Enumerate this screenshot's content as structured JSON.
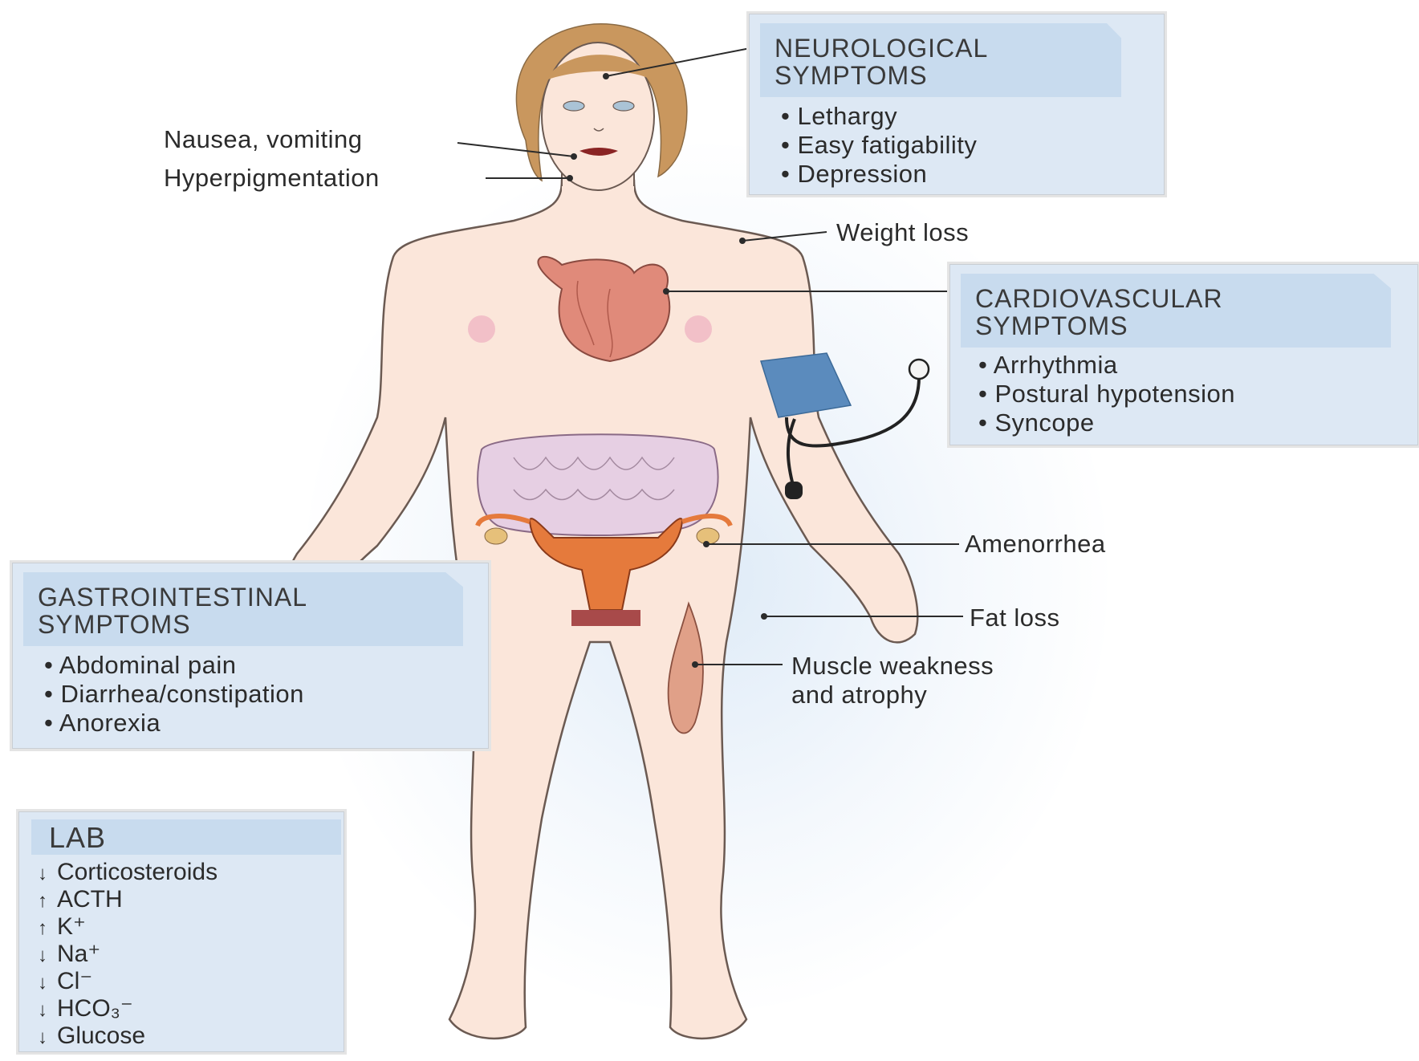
{
  "neurological": {
    "title_line1": "NEUROLOGICAL",
    "title_line2": "SYMPTOMS",
    "items": [
      "Lethargy",
      "Easy fatigability",
      "Depression"
    ]
  },
  "cardiovascular": {
    "title_line1": "CARDIOVASCULAR",
    "title_line2": "SYMPTOMS",
    "items": [
      "Arrhythmia",
      "Postural hypotension",
      "Syncope"
    ]
  },
  "gastrointestinal": {
    "title_line1": "GASTROINTESTINAL",
    "title_line2": "SYMPTOMS",
    "items": [
      "Abdominal pain",
      "Diarrhea/constipation",
      "Anorexia"
    ]
  },
  "lab": {
    "title": "LAB",
    "items": [
      {
        "arrow": "↓",
        "label": "Corticosteroids"
      },
      {
        "arrow": "↑",
        "label": "ACTH"
      },
      {
        "arrow": "↑",
        "label": "K⁺"
      },
      {
        "arrow": "↓",
        "label": "Na⁺"
      },
      {
        "arrow": "↓",
        "label": "Cl⁻"
      },
      {
        "arrow": "↓",
        "label": "HCO₃⁻"
      },
      {
        "arrow": "↓",
        "label": "Glucose"
      }
    ]
  },
  "callouts": {
    "nausea": "Nausea, vomiting",
    "hyperpigmentation": "Hyperpigmentation",
    "weight_loss": "Weight loss",
    "amenorrhea": "Amenorrhea",
    "fat_loss": "Fat loss",
    "muscle_line1": "Muscle weakness",
    "muscle_line2": "and atrophy"
  },
  "colors": {
    "box_fill": "#dde8f4",
    "box_header": "#c8dbee",
    "skin": "#fbe6da",
    "outline": "#6b5a52",
    "hair": "#c9975e",
    "heart": "#e08a7a",
    "intestine": "#e6cfe3",
    "uterus": "#e57a3c",
    "cuff": "#5b8bbd",
    "muscle": "#e0a088"
  }
}
